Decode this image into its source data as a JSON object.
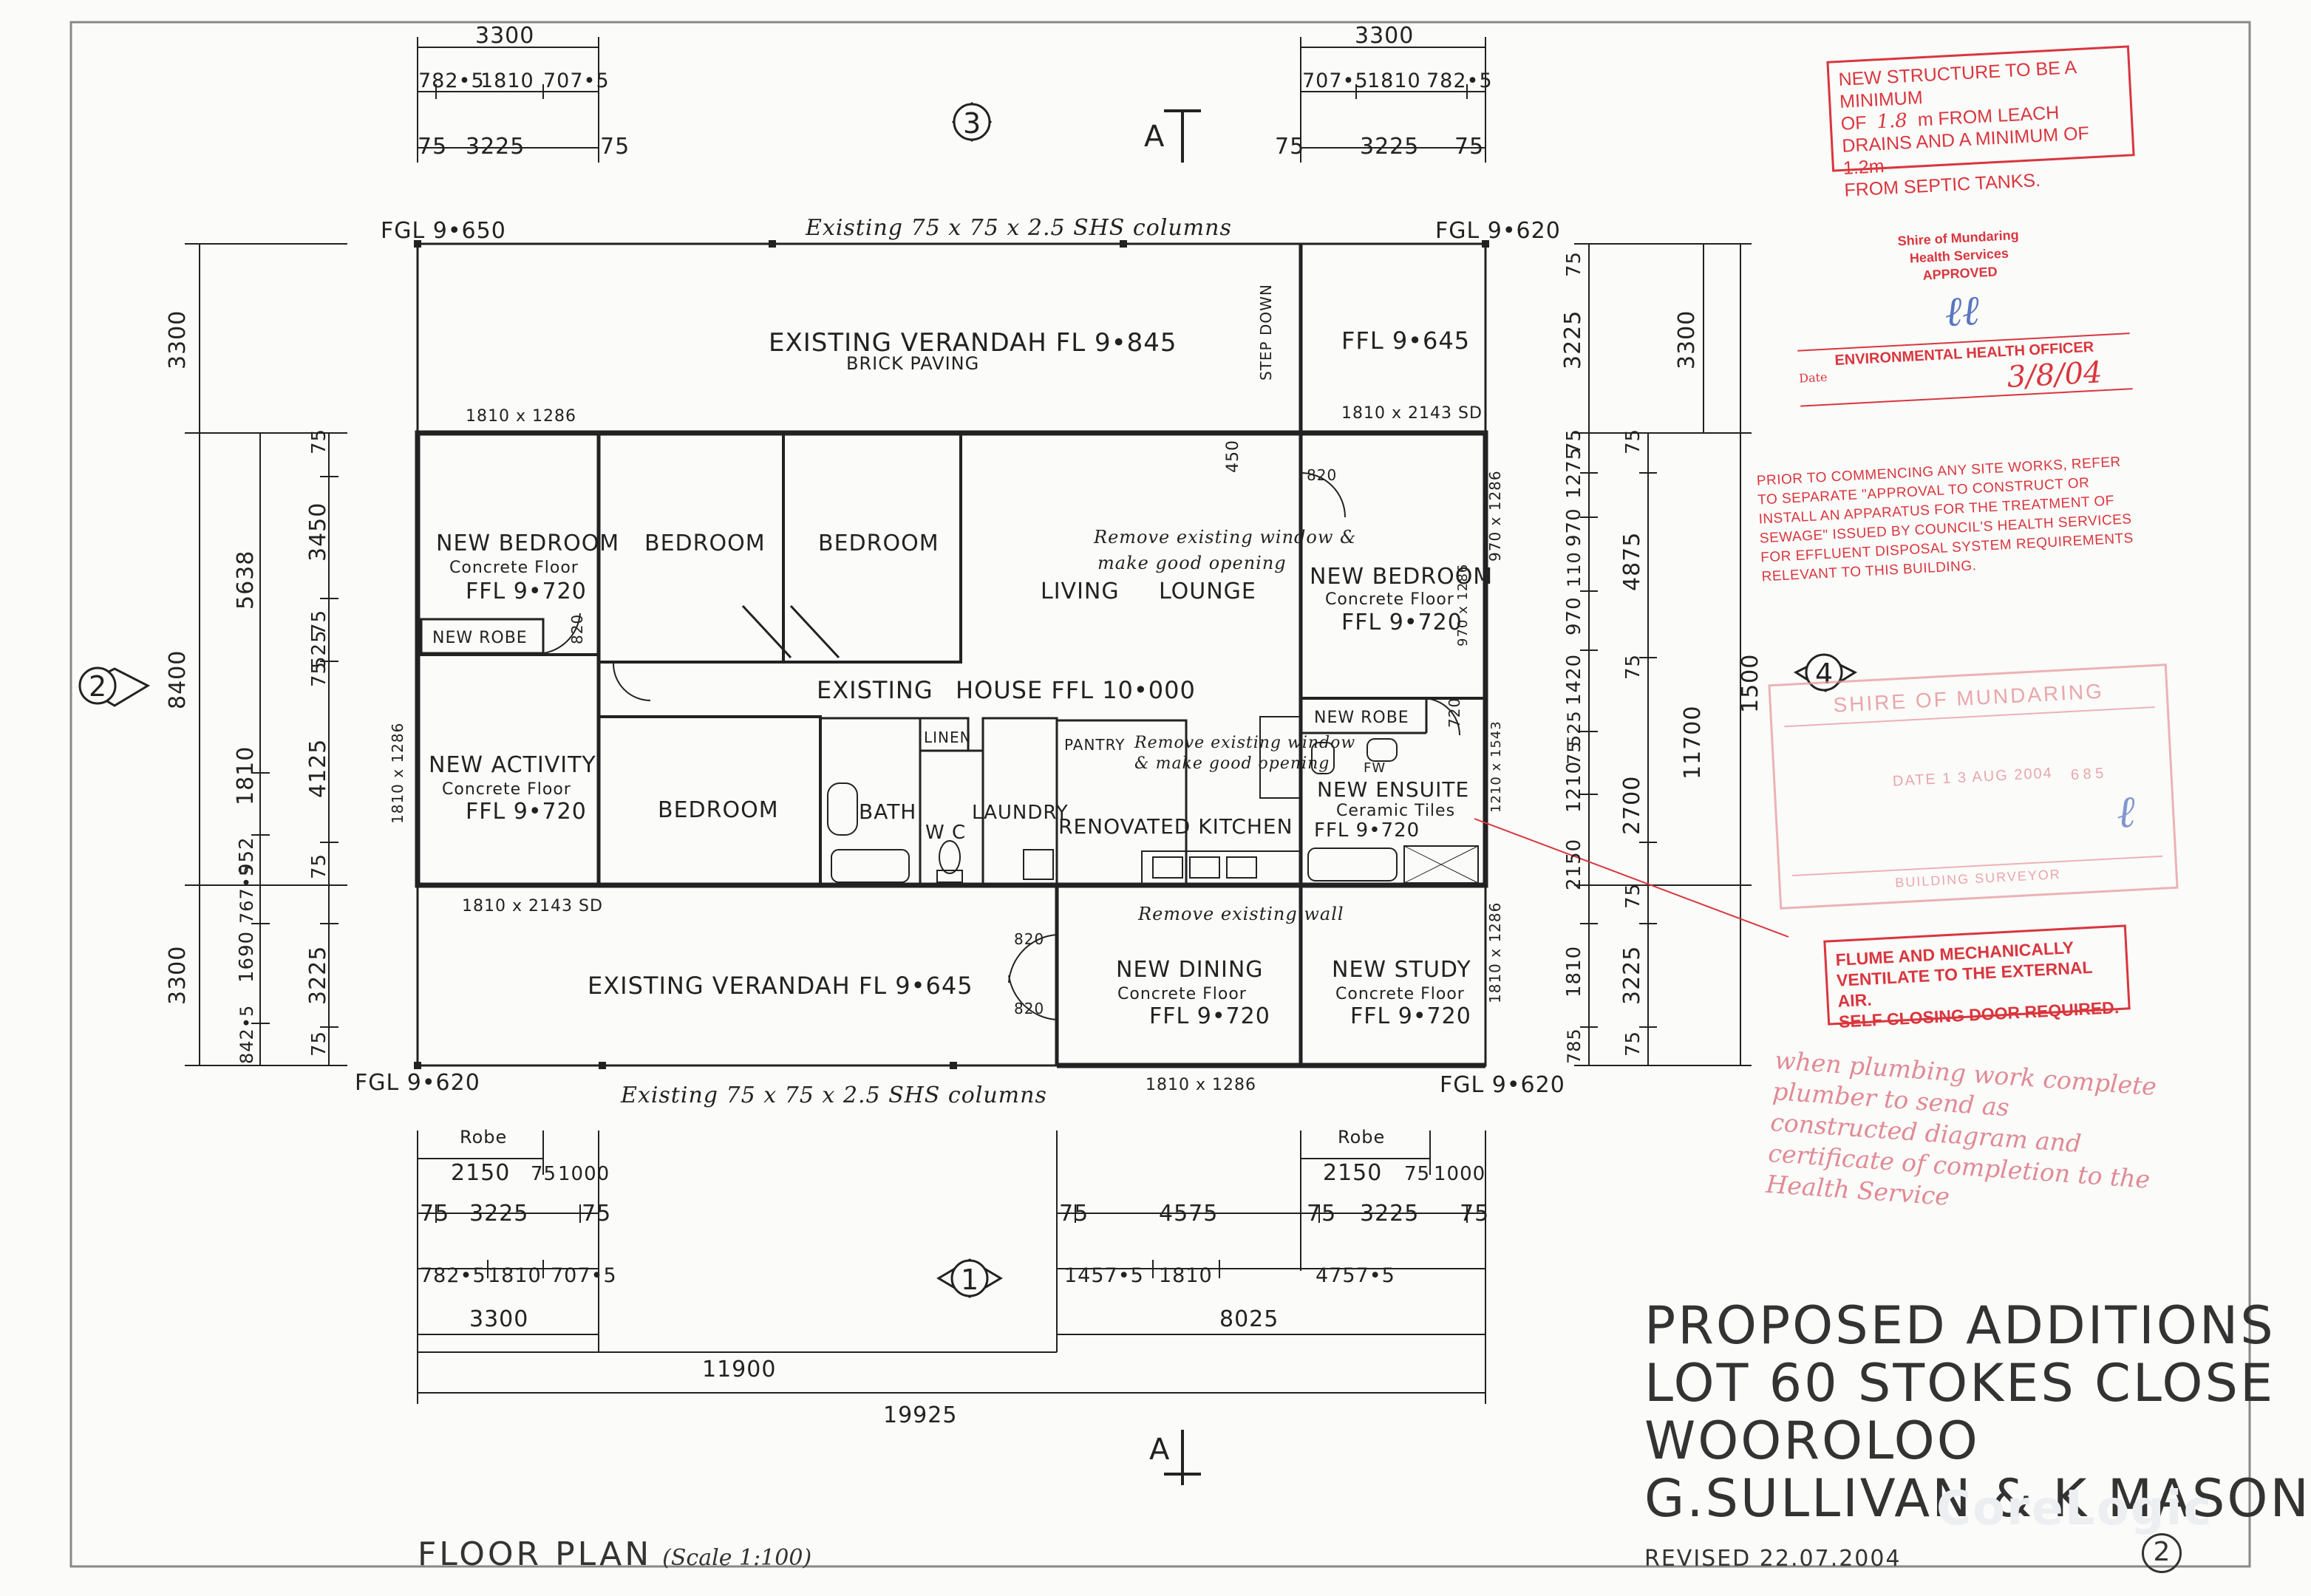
{
  "title": {
    "line1": "PROPOSED ADDITIONS",
    "line2": "LOT 60  STOKES CLOSE",
    "line3": "WOOROLOO",
    "line4": "G.SULLIVAN & K MASON"
  },
  "revised": "REVISED  22.07.2004",
  "sheet_number": "2",
  "floor_plan_label": "FLOOR PLAN",
  "scale_note": "(Scale 1:100)",
  "section_marker": "A",
  "elevation_markers": [
    "1",
    "2",
    "3",
    "4"
  ],
  "levels": {
    "fgl_nw": "FGL 9•650",
    "fgl_ne": "FGL 9•620",
    "fgl_sw": "FGL 9•620",
    "fgl_se": "FGL 9•620"
  },
  "columns_note": "Existing 75 x 75 x 2.5 SHS columns",
  "rooms": {
    "verandah_top": "EXISTING  VERANDAH  FL 9•845",
    "brick_paving": "BRICK PAVING",
    "step_down": "STEP DOWN",
    "ffl_top_right": "FFL 9•645",
    "new_bedroom_1": "NEW  BEDROOM",
    "concrete_floor": "Concrete Floor",
    "ffl_new": "FFL 9•720",
    "new_robe": "NEW  ROBE",
    "bedroom": "BEDROOM",
    "remove_window_1": "Remove existing window &",
    "remove_window_2": "make good opening",
    "living": "LIVING",
    "lounge": "LOUNGE",
    "new_bedroom_2": "NEW BEDROOM",
    "existing": "EXISTING",
    "house_ffl": "HOUSE  FFL 10•000",
    "new_activity": "NEW  ACTIVITY",
    "linen": "LINEN",
    "bath": "BATH",
    "wc": "W C",
    "laundry": "LAUNDRY",
    "pantry": "PANTRY",
    "remove_window_3": "Remove existing window",
    "remove_window_4": "& make good opening",
    "renovated_kitchen": "RENOVATED KITCHEN",
    "new_ensuite": "NEW ENSUITE",
    "ceramic_tiles": "Ceramic Tiles",
    "fw": "FW",
    "remove_wall": "Remove existing wall",
    "verandah_bottom": "EXISTING  VERANDAH  FL 9•645",
    "new_dining": "NEW  DINING",
    "new_study": "NEW  STUDY"
  },
  "dims": {
    "top_left_overall": "3300",
    "top_left_parts": [
      "782•5",
      "1810",
      "707•5"
    ],
    "top_left_inner": [
      "75",
      "3225",
      "75"
    ],
    "top_right_overall": "3300",
    "top_right_parts": [
      "707•5",
      "1810",
      "782•5"
    ],
    "top_right_inner": [
      "75",
      "3225",
      "75"
    ],
    "window_1": "1810 x 1286",
    "window_2": "1810 x 2143 SD",
    "window_3": "1810 x 1286",
    "window_4": "1810 x 2143 SD",
    "window_5": "1810 x 1286",
    "window_6": "1810 x 1286",
    "window_7": "970 x 1286",
    "window_8": "970 x 1286",
    "window_9": "1210 x 1543",
    "door_820": "820",
    "d_720": "720",
    "d_450": "450",
    "left_outer": [
      "3300",
      "8400",
      "3300"
    ],
    "left_mid": [
      "5638",
      "1810",
      "952",
      "1690",
      "767•5",
      "842•5"
    ],
    "left_inner": [
      "75",
      "3450",
      "75",
      "525",
      "75",
      "4125",
      "75",
      "3225",
      "75"
    ],
    "right_inner": [
      "75",
      "3225",
      "75",
      "1275",
      "970",
      "110",
      "970",
      "1420",
      "525",
      "75",
      "1210",
      "2150",
      "1810",
      "785"
    ],
    "right_mid": [
      "75",
      "4875",
      "75",
      "2700",
      "75",
      "3225",
      "75"
    ],
    "right_outer": [
      "3300",
      "1500",
      "11700"
    ],
    "bottom_robe_label": "Robe",
    "bottom_left_robe": [
      "2150",
      "75",
      "1000"
    ],
    "bottom_left_inner": [
      "75",
      "3225",
      "75"
    ],
    "bottom_left_parts": [
      "782•5",
      "1810",
      "707•5"
    ],
    "bottom_left_overall": "3300",
    "bottom_mid_inner": [
      "75",
      "4575"
    ],
    "bottom_mid_parts": [
      "1457•5",
      "1810",
      "4757•5"
    ],
    "bottom_mid_overall": "8025",
    "bottom_right_robe": [
      "2150",
      "75",
      "1000"
    ],
    "bottom_right_inner": [
      "75",
      "3225",
      "75"
    ],
    "overall_11900": "11900",
    "overall_19925": "19925"
  },
  "stamps": {
    "drains_1": "NEW STRUCTURE TO BE A MINIMUM",
    "drains_2_pre": "OF",
    "drains_2_fill": "1.8",
    "drains_2_post": "m  FROM LEACH",
    "drains_3": "DRAINS AND A MINIMUM OF 1.2m",
    "drains_4": "FROM SEPTIC TANKS.",
    "shire_1": "Shire of Mundaring",
    "shire_2": "Health Services",
    "shire_3": "APPROVED",
    "officer": "ENVIRONMENTAL HEALTH OFFICER",
    "date_prefix": "Date",
    "date_value": "3/8/04",
    "prior": "PRIOR TO COMMENCING ANY SITE WORKS, REFER TO SEPARATE \"APPROVAL TO CONSTRUCT OR INSTALL AN APPARATUS FOR THE TREATMENT OF SEWAGE\" ISSUED BY COUNCIL'S HEALTH SERVICES FOR EFFLUENT DISPOSAL SYSTEM REQUIREMENTS RELEVANT TO THIS BUILDING.",
    "shire_big": "SHIRE OF MUNDARING",
    "shire_big_date": "DATE  1 3 AUG 2004",
    "shire_big_number": "6 8 5",
    "building_surveyor": "BUILDING SURVEYOR",
    "flume_1": "FLUME AND MECHANICALLY",
    "flume_2": "VENTILATE TO THE EXTERNAL AIR.",
    "flume_3": "SELF CLOSING DOOR REQUIRED."
  },
  "handwritten_note": "when plumbing work complete plumber to send as constructed diagram and certificate of completion to the Health Service",
  "watermark": "CoreLogic",
  "colors": {
    "line": "#222222",
    "stamp_red": "#d9363e",
    "pen_blue": "#5a76c0",
    "note_pink": "#e08a95"
  }
}
